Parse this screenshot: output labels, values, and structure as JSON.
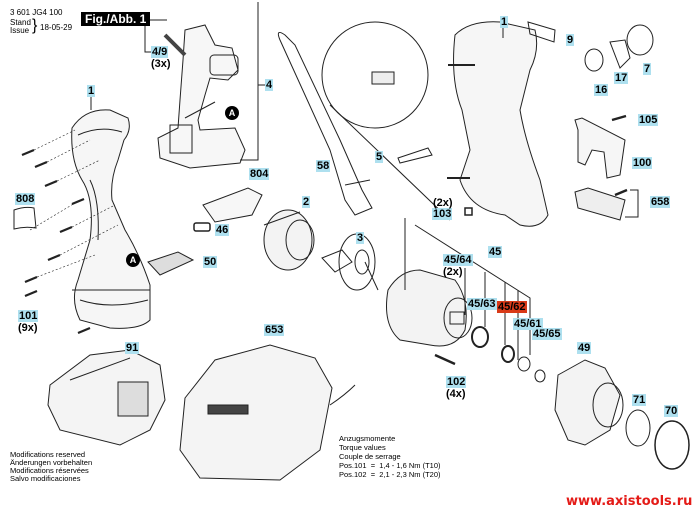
{
  "header": {
    "part_number": "3 601 JG4 100",
    "stand_label": "Stand",
    "issue_label": "Issue",
    "brace": "}",
    "date": "18-05-29",
    "figure": "Fig./Abb. 1"
  },
  "callouts": {
    "A": "A"
  },
  "labels": [
    {
      "id": "1",
      "text": "1",
      "qty": ""
    },
    {
      "id": "1b",
      "text": "1",
      "qty": ""
    },
    {
      "id": "2",
      "text": "2",
      "qty": ""
    },
    {
      "id": "3",
      "text": "3",
      "qty": ""
    },
    {
      "id": "4",
      "text": "4",
      "qty": ""
    },
    {
      "id": "4/9",
      "text": "4/9",
      "qty": "(3x)"
    },
    {
      "id": "5",
      "text": "5",
      "qty": ""
    },
    {
      "id": "7",
      "text": "7",
      "qty": ""
    },
    {
      "id": "9",
      "text": "9",
      "qty": ""
    },
    {
      "id": "16",
      "text": "16",
      "qty": ""
    },
    {
      "id": "17",
      "text": "17",
      "qty": ""
    },
    {
      "id": "45",
      "text": "45",
      "qty": ""
    },
    {
      "id": "45/61",
      "text": "45/61",
      "qty": ""
    },
    {
      "id": "45/62",
      "text": "45/62",
      "qty": "",
      "highlight": true
    },
    {
      "id": "45/63",
      "text": "45/63",
      "qty": ""
    },
    {
      "id": "45/64",
      "text": "45/64",
      "qty": "(2x)"
    },
    {
      "id": "45/65",
      "text": "45/65",
      "qty": ""
    },
    {
      "id": "46",
      "text": "46",
      "qty": ""
    },
    {
      "id": "49",
      "text": "49",
      "qty": ""
    },
    {
      "id": "50",
      "text": "50",
      "qty": ""
    },
    {
      "id": "58",
      "text": "58",
      "qty": ""
    },
    {
      "id": "70",
      "text": "70",
      "qty": ""
    },
    {
      "id": "71",
      "text": "71",
      "qty": ""
    },
    {
      "id": "91",
      "text": "91",
      "qty": ""
    },
    {
      "id": "100",
      "text": "100",
      "qty": ""
    },
    {
      "id": "101",
      "text": "101",
      "qty": "(9x)"
    },
    {
      "id": "102",
      "text": "102",
      "qty": "(4x)"
    },
    {
      "id": "103",
      "text": "103",
      "qty": "(2x)"
    },
    {
      "id": "105",
      "text": "105",
      "qty": ""
    },
    {
      "id": "653",
      "text": "653",
      "qty": ""
    },
    {
      "id": "658",
      "text": "658",
      "qty": ""
    },
    {
      "id": "804",
      "text": "804",
      "qty": ""
    },
    {
      "id": "808",
      "text": "808",
      "qty": ""
    }
  ],
  "notes": {
    "modifications": [
      "Modifications reserved",
      "Änderungen vorbehalten",
      "Modifications réservées",
      "Salvo modificaciones"
    ],
    "torque": [
      "Anzugsmomente",
      "Torque values",
      "Couple de serrage",
      "Pos.101  =  1,4 - 1,6 Nm (T10)",
      "Pos.102  =  2,1 - 2,3 Nm (T20)"
    ]
  },
  "colors": {
    "label_bg": "#aee0ef",
    "label_highlight": "#d93a18",
    "watermark": "#e41b17"
  },
  "watermark": "www.axistools.ru"
}
